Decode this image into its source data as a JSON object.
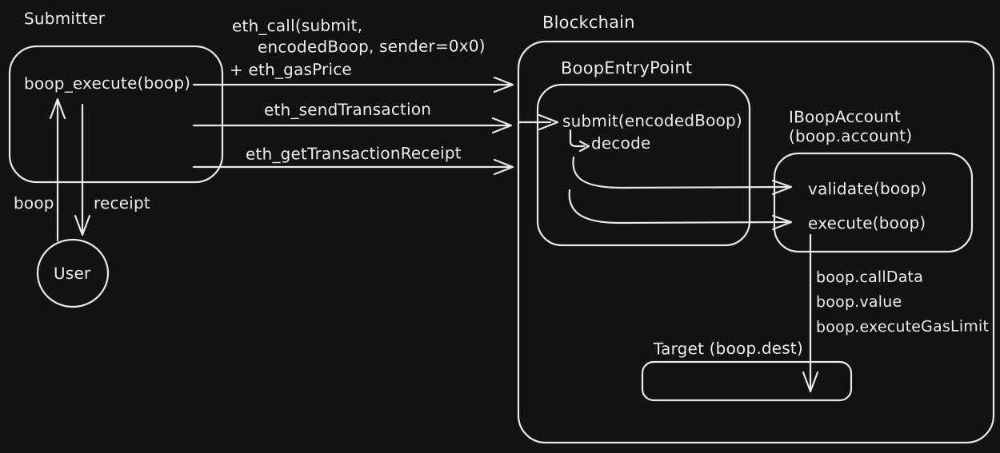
{
  "colors": {
    "background": "#121212",
    "stroke": "#e8e8e8",
    "text": "#ececec"
  },
  "nodes": {
    "submitter": {
      "label": "Submitter",
      "method": "boop_execute(boop)"
    },
    "user": {
      "label": "User"
    },
    "blockchain": {
      "label": "Blockchain"
    },
    "boop_entry_point": {
      "label": "BoopEntryPoint",
      "method": "submit(encodedBoop)",
      "submethod": "decode"
    },
    "iboop_account": {
      "label": "IBoopAccount",
      "sublabel": "(boop.account)",
      "methods": [
        "validate(boop)",
        "execute(boop)"
      ]
    },
    "target": {
      "label": "Target (boop.dest)"
    }
  },
  "edges": {
    "eth_call": {
      "label_line1": "eth_call(submit,",
      "label_line2": "encodedBoop, sender=0x0)",
      "label_line3": "+ eth_gasPrice"
    },
    "eth_send_transaction": {
      "label": "eth_sendTransaction"
    },
    "eth_get_transaction_receipt": {
      "label": "eth_getTransactionReceipt"
    },
    "boop": {
      "label": "boop"
    },
    "receipt": {
      "label": "receipt"
    },
    "execute_to_target": {
      "labels": [
        "boop.callData",
        "boop.value",
        "boop.executeGasLimit"
      ]
    }
  }
}
